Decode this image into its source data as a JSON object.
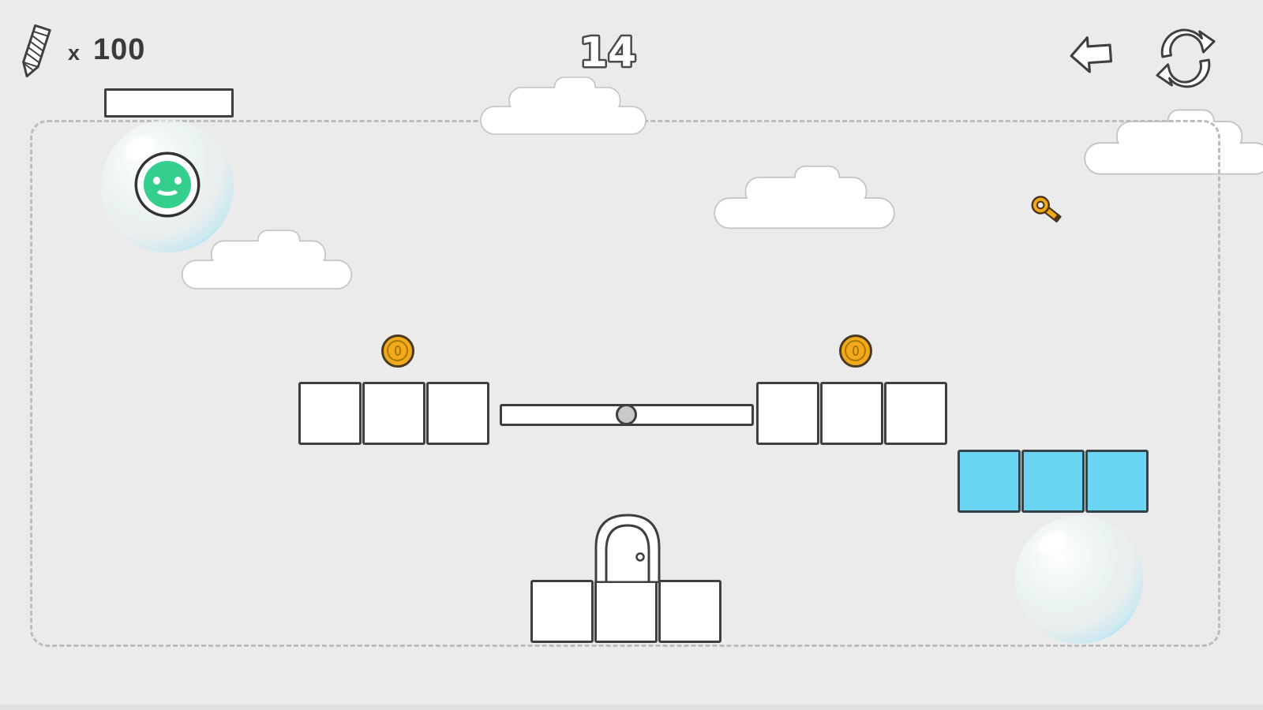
{
  "hud": {
    "pencil_multiplier": "x",
    "pencil_count": "100",
    "level_number": "14"
  },
  "icons": {
    "pencil": "pencil-icon",
    "back": "back-arrow-icon",
    "restart": "restart-icon",
    "key": "key-icon",
    "coin": "coin-icon",
    "door": "door",
    "smiley": "smiley-face-bubble",
    "empty_bubble": "empty-bubble"
  },
  "colors": {
    "bg": "#ebebeb",
    "outline": "#3f3f3f",
    "cloud_outline": "#c4c4c4",
    "coin": "#f3a91c",
    "coin_edge": "#4a3a20",
    "coin_inner": "#a87708",
    "key_gold": "#f0a818",
    "key_dark": "#4a3318",
    "blue_block": "#69d5f2",
    "smiley_green": "#35cf8d",
    "bubble_rim": "#4ac9f0",
    "ink": "#3a3a3a"
  },
  "game": {
    "clouds": 4,
    "coins": 2,
    "blocks": {
      "top_left_white": 3,
      "top_right_white": 3,
      "blue_right": 3,
      "bottom_center_white": 3
    },
    "has_seesaw": true,
    "has_key": true,
    "has_door": true,
    "has_player_bubble": true,
    "has_empty_bubble": true
  }
}
